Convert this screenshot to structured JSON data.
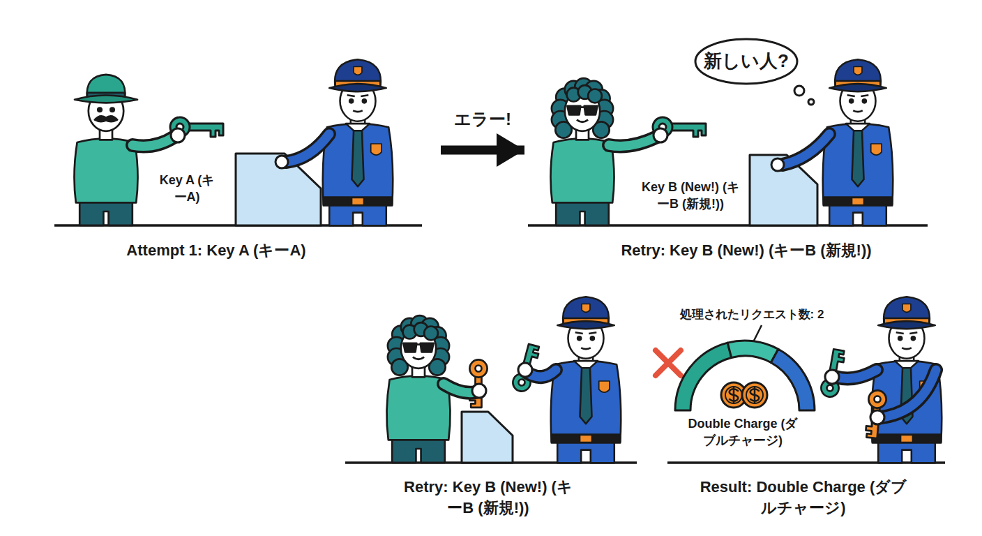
{
  "diagram": {
    "nodes": [
      {
        "text": [
          "Attempt 1: Key A (キーA)"
        ]
      },
      {
        "text": [
          "Retry: Key B (New!) (キーB (新規!))"
        ]
      },
      {
        "text": [
          "新しい人?"
        ],
        "in": 1
      },
      {
        "text": [
          "Retry: Key B (New!) (キーB (新規!))"
        ]
      },
      {
        "text": [
          "Result: Double Charge (ダブルチャージ)"
        ]
      },
      {
        "text": [
          "処理されたリクエスト数: 2",
          "Double Charge (ダブルチャージ)"
        ],
        "in": 4
      }
    ],
    "edges": [
      {
        "from": 0,
        "to": 1,
        "label": "エラー!",
        "arrow": "to"
      }
    ],
    "labels": [
      "Key A (キーA)",
      "Key B (New!) (キーB (新規!))"
    ]
  }
}
